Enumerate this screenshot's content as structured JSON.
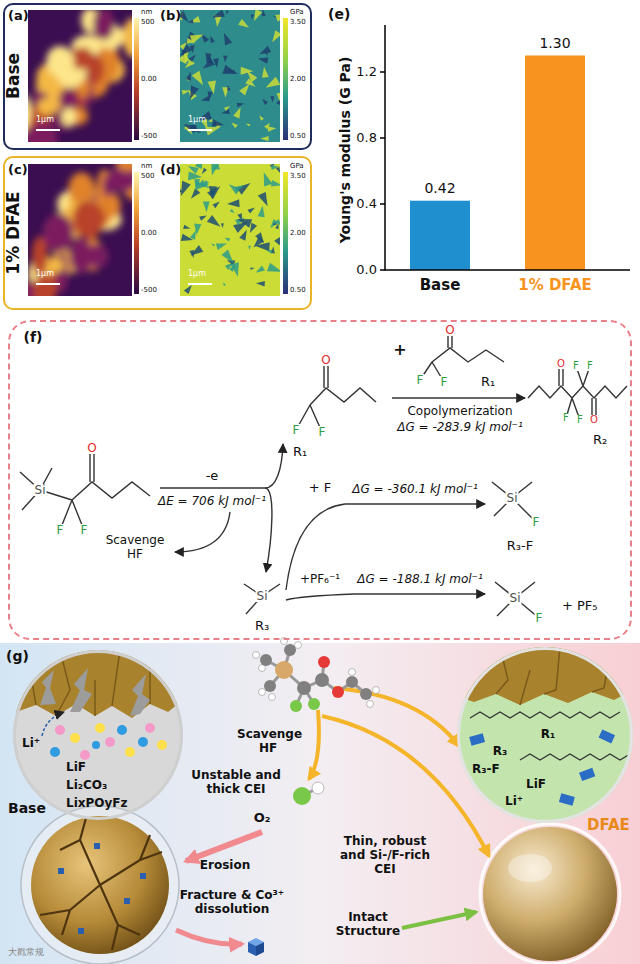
{
  "diagram": {
    "nodes": [
      {
        "text": [
          "Base"
        ]
      },
      {
        "text": [
          "1% DFAE"
        ]
      },
      {
        "text": [
          "(f)"
        ]
      },
      {
        "text": [
          "LiF",
          "Li₂CO₃",
          "LixPOyFz",
          "Li⁺"
        ]
      },
      {
        "text": [
          "Li⁺",
          "LiF",
          "R₁",
          "R₃",
          "R₃-F"
        ]
      }
    ],
    "labels": [
      "(a)",
      "nm",
      "500",
      "0.00",
      "-500",
      "1μm",
      "(b)",
      "GPa",
      "3.50",
      "2.00",
      "0.50",
      "1μm",
      "(c)",
      "nm",
      "500",
      "0.00",
      "-500",
      "1μm",
      "(d)",
      "GPa",
      "3.50",
      "2.00",
      "0.50",
      "1μm",
      "(e)",
      "Young's modulus (G Pa)",
      "0.0",
      "0.4",
      "0.8",
      "1.2",
      "0.42",
      "1.30",
      "Base",
      "1% DFAE",
      "Si",
      "F",
      "F",
      "O",
      "-e",
      "ΔE = 706 kJ mol⁻¹",
      "Scavenge HF",
      "O",
      "F",
      "F",
      "R₁",
      "Si",
      "R₃",
      "+",
      "O",
      "F",
      "F",
      "R₁",
      "Copolymerization",
      "ΔG = -283.9 kJ mol⁻¹",
      "O",
      "O",
      "F",
      "F",
      "F",
      "F",
      "R₂",
      "+ F",
      "ΔG = -360.1 kJ mol⁻¹",
      "Si",
      "F",
      "R₃-F",
      "+PF₆⁻¹",
      "ΔG = -188.1 kJ mol⁻¹",
      "Si",
      "F",
      "+ PF₅",
      "(g)",
      "Base",
      "Unstable and thick CEI",
      "O₂",
      "Erosion",
      "Fracture & Co³⁺ dissolution",
      "Scavenge HF",
      "DFAE",
      "Thin, robust and Si-/F-rich CEI",
      "Intact Structure",
      "大戳常规"
    ]
  }
}
